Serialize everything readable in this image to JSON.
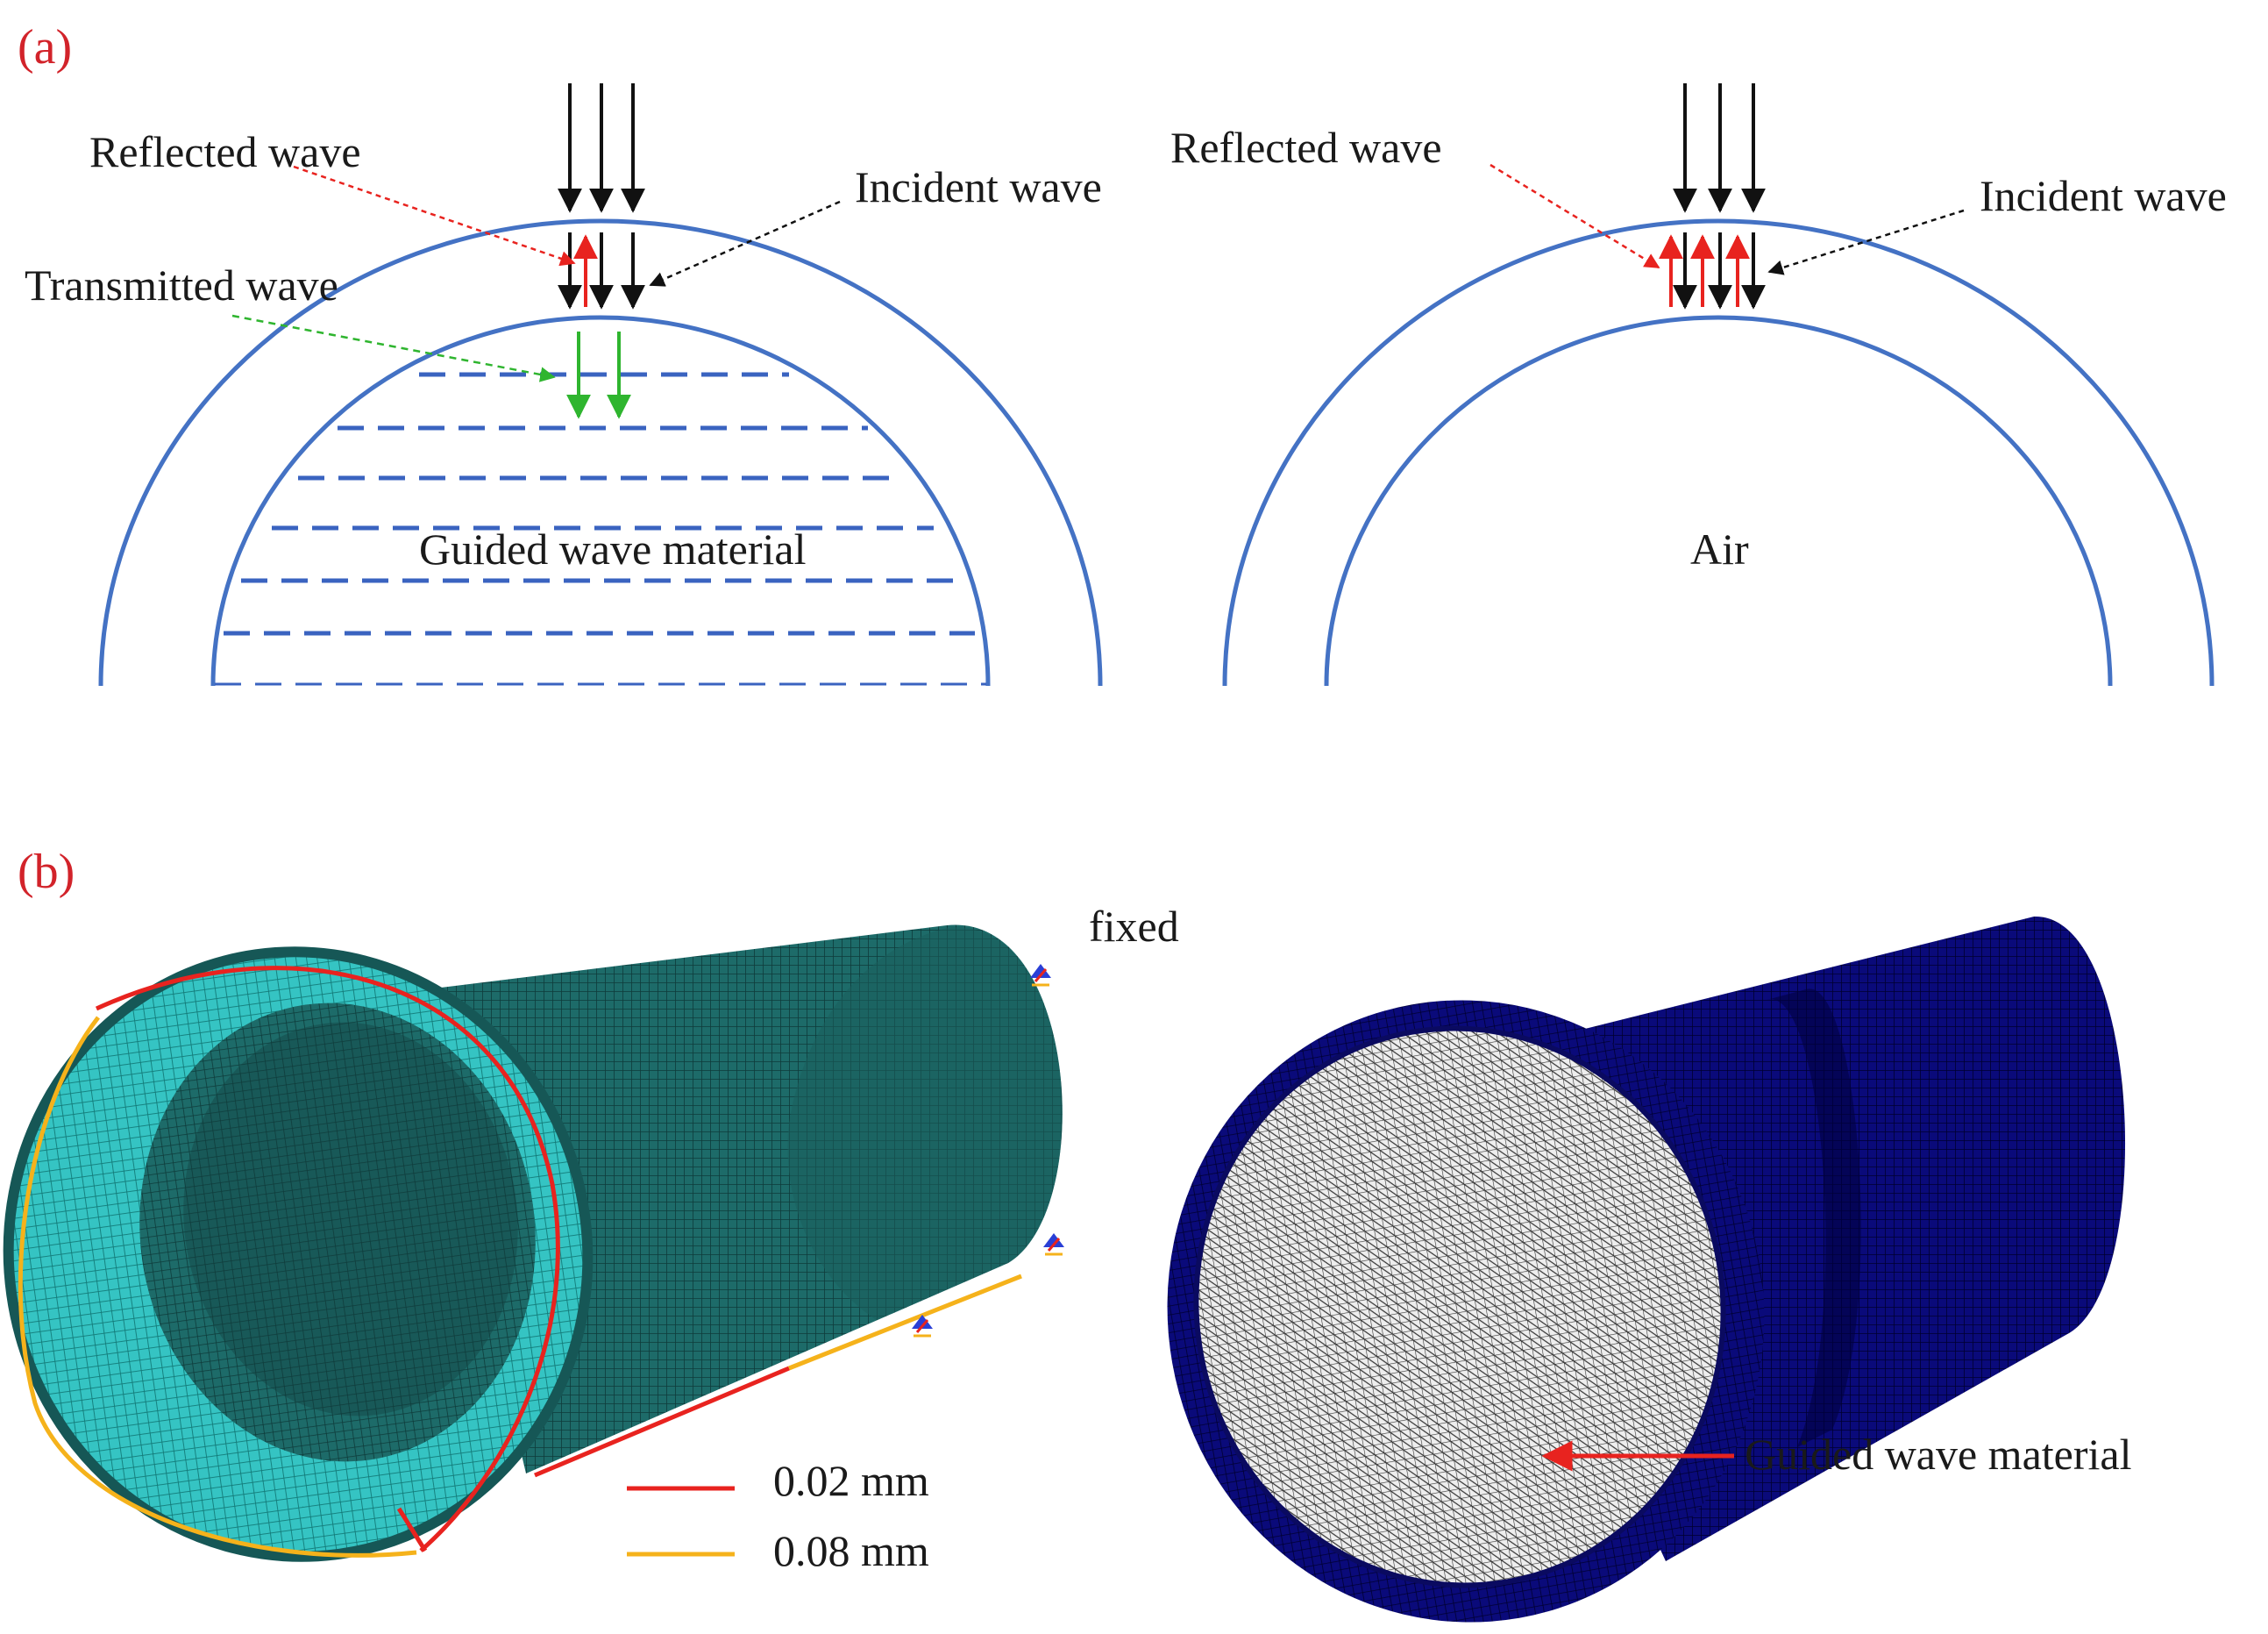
{
  "panel_a": {
    "label": "(a)",
    "left": {
      "reflected": "Reflected wave",
      "incident": "Incident wave",
      "transmitted": "Transmitted wave",
      "medium": "Guided wave material"
    },
    "right": {
      "reflected": "Reflected wave",
      "incident": "Incident wave",
      "medium": "Air"
    }
  },
  "panel_b": {
    "label": "(b)",
    "fixed": "fixed",
    "legend": [
      {
        "label": "0.02 mm",
        "color": "#e8231f"
      },
      {
        "label": "0.08 mm",
        "color": "#f5b21b"
      }
    ],
    "material": "Guided wave material"
  },
  "colors": {
    "ring": "#4472c4",
    "dash": "#3a63c0",
    "incident": "#111111",
    "reflected": "#e8231f",
    "transmitted": "#2fb52f",
    "mesh_teal": "#1f6e6c",
    "mesh_cyan": "#2fbcbc",
    "mesh_blue": "#0a0a78",
    "mesh_white": "#e8e8e8"
  }
}
